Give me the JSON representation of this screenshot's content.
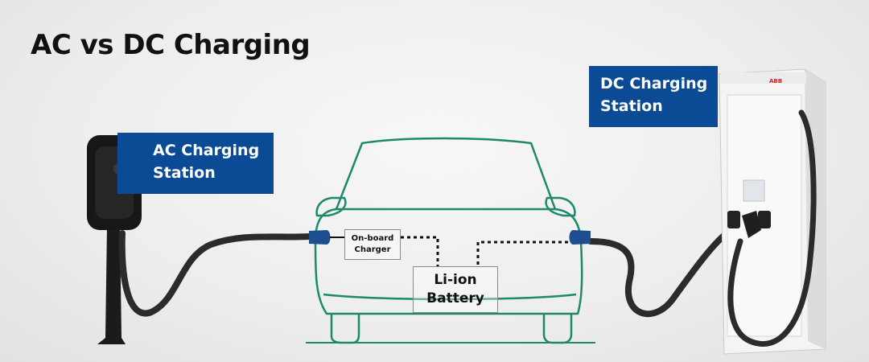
{
  "title": "AC vs DC Charging",
  "labels": {
    "ac_station": [
      "AC Charging",
      "Station"
    ],
    "dc_station": [
      "DC Charging",
      "Station"
    ],
    "onboard_charger": [
      "On-board",
      "Charger"
    ],
    "battery": [
      "Li-ion",
      "Battery"
    ]
  },
  "colors": {
    "label_bg": "#0b4b95",
    "car_outline": "#1c8a6a",
    "connector": "#1d4f8f",
    "cable": "#2b2b2b",
    "dc_accent": "#d21f1f"
  },
  "icons": {
    "ac_charger": "wallbox-charger-icon",
    "dc_charger": "dc-fast-charger-icon",
    "car": "car-front-outline-icon"
  }
}
